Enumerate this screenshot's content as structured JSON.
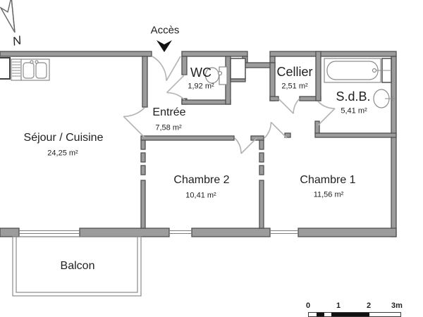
{
  "compass": {
    "label": "N"
  },
  "access": {
    "label": "Accès"
  },
  "rooms": [
    {
      "id": "sejour",
      "name": "Séjour / Cuisine",
      "area": "24,25 m²"
    },
    {
      "id": "entree",
      "name": "Entrée",
      "area": "7,58 m²"
    },
    {
      "id": "wc",
      "name": "WC",
      "area": "1,92 m²"
    },
    {
      "id": "cellier",
      "name": "Cellier",
      "area": "2,51 m²"
    },
    {
      "id": "sdb",
      "name": "S.d.B.",
      "area": "5,41 m²"
    },
    {
      "id": "chambre2",
      "name": "Chambre 2",
      "area": "10,41 m²"
    },
    {
      "id": "chambre1",
      "name": "Chambre 1",
      "area": "11,56 m²"
    },
    {
      "id": "balcon",
      "name": "Balcon",
      "area": ""
    }
  ],
  "scale_bar": {
    "labels": [
      "0",
      "1",
      "2",
      "3m"
    ]
  },
  "colors": {
    "wall_fill": "#9c9c9c",
    "wall_stroke": "#4f4f4f",
    "door_arc": "#b3b3b3",
    "fixture_stroke": "#8c8c8c",
    "arrow_fill": "#111111",
    "text": "#1f1f1f"
  }
}
